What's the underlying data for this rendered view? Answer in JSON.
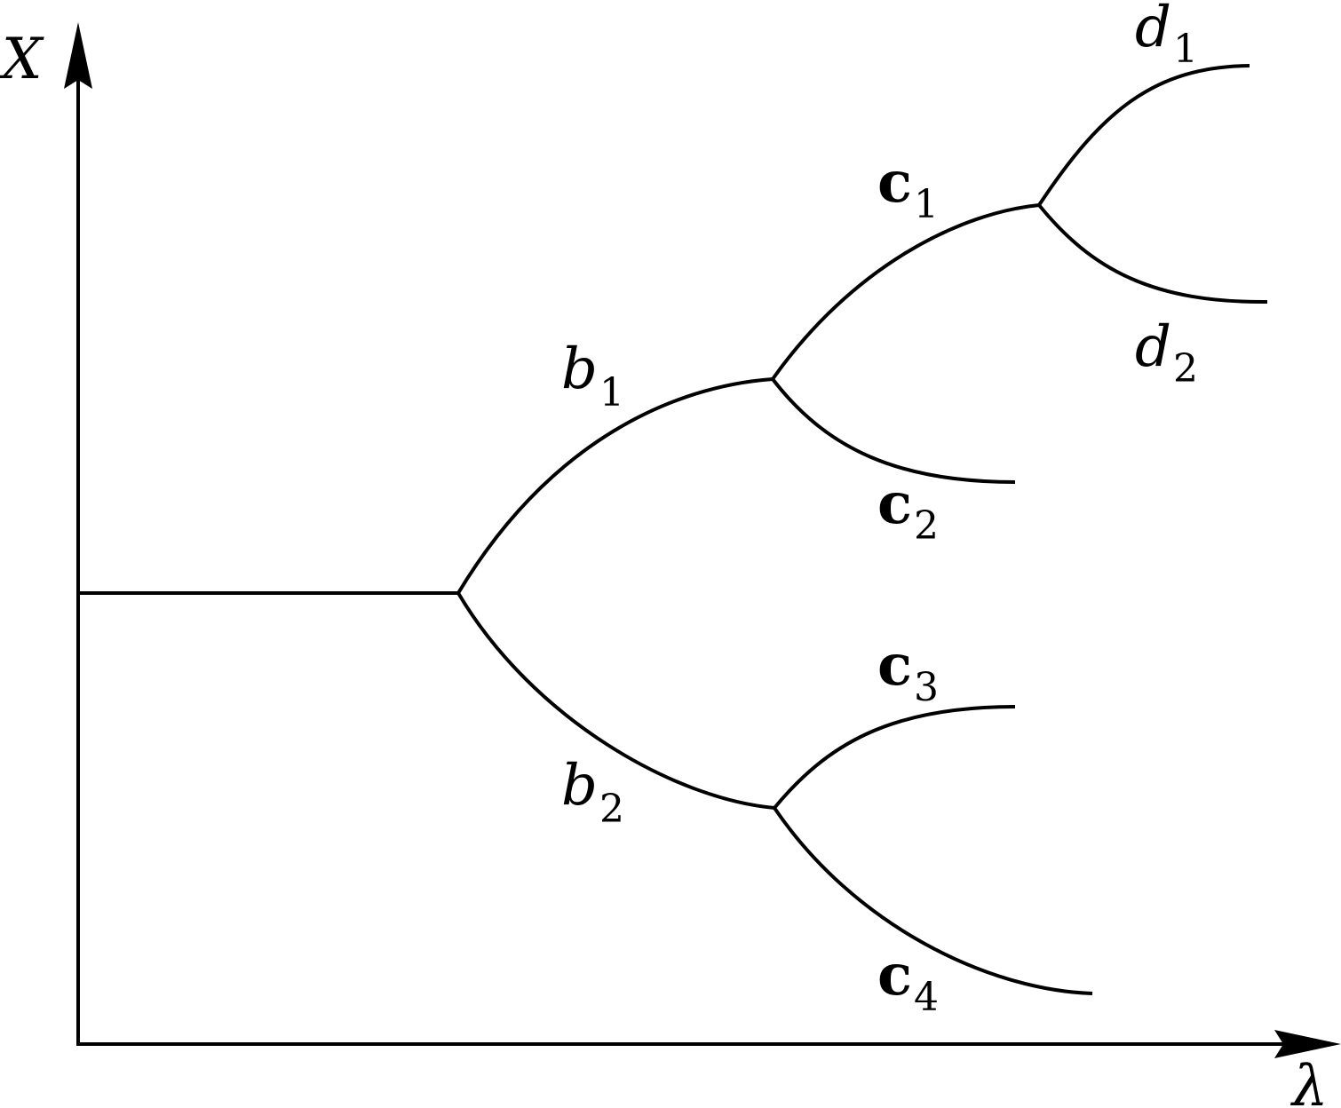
{
  "axes": {
    "y_label": "X",
    "x_label": "λ"
  },
  "branch_labels": {
    "b1": {
      "base": "b",
      "sub": "1"
    },
    "b2": {
      "base": "b",
      "sub": "2"
    },
    "c1": {
      "base": "c",
      "sub": "1"
    },
    "c2": {
      "base": "c",
      "sub": "2"
    },
    "c3": {
      "base": "c",
      "sub": "3"
    },
    "c4": {
      "base": "c",
      "sub": "4"
    },
    "d1": {
      "base": "d",
      "sub": "1"
    },
    "d2": {
      "base": "d",
      "sub": "2"
    }
  },
  "colors": {
    "stroke": "#000000",
    "background": "#ffffff"
  }
}
